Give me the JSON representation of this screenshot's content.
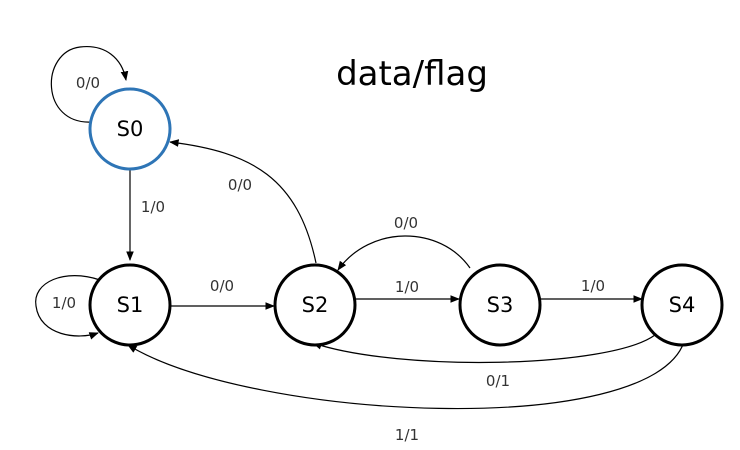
{
  "title": "data/flag",
  "colors": {
    "initial_state": "#2e75b6",
    "state": "#000000"
  },
  "states": [
    {
      "id": "s0",
      "label": "S0",
      "initial": true
    },
    {
      "id": "s1",
      "label": "S1"
    },
    {
      "id": "s2",
      "label": "S2"
    },
    {
      "id": "s3",
      "label": "S3"
    },
    {
      "id": "s4",
      "label": "S4"
    }
  ],
  "transitions": [
    {
      "id": "s0-self",
      "from": "S0",
      "to": "S0",
      "label": "0/0"
    },
    {
      "id": "s0-s1",
      "from": "S0",
      "to": "S1",
      "label": "1/0"
    },
    {
      "id": "s1-self",
      "from": "S1",
      "to": "S1",
      "label": "1/0"
    },
    {
      "id": "s1-s2",
      "from": "S1",
      "to": "S2",
      "label": "0/0"
    },
    {
      "id": "s2-s0",
      "from": "S2",
      "to": "S0",
      "label": "0/0"
    },
    {
      "id": "s2-s3",
      "from": "S2",
      "to": "S3",
      "label": "1/0"
    },
    {
      "id": "s3-s2",
      "from": "S3",
      "to": "S2",
      "label": "0/0"
    },
    {
      "id": "s3-s4",
      "from": "S3",
      "to": "S4",
      "label": "1/0"
    },
    {
      "id": "s4-s2",
      "from": "S4",
      "to": "S2",
      "label": "0/1"
    },
    {
      "id": "s4-s1",
      "from": "S4",
      "to": "S1",
      "label": "1/1"
    }
  ]
}
